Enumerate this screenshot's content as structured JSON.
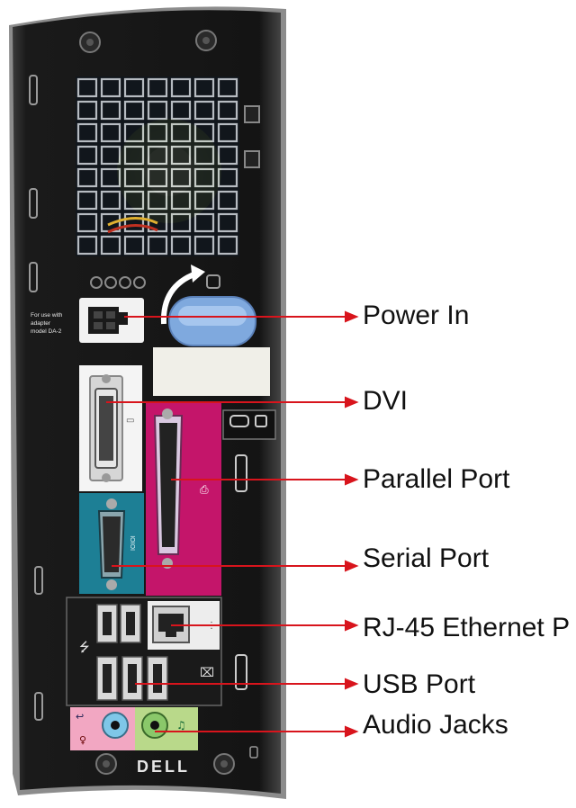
{
  "brand": {
    "logo_text": "DELL"
  },
  "psu_label": {
    "lines": [
      "For use with",
      "adapter",
      "model DA-2"
    ]
  },
  "serial_label": "IOIOI",
  "callouts": {
    "power_in": "Power In",
    "dvi": "DVI",
    "parallel_port": "Parallel Port",
    "serial_port": "Serial Port",
    "rj45": "RJ-45 Ethernet P",
    "usb_port": "USB Port",
    "audio_jacks": "Audio Jacks"
  },
  "colors": {
    "case": "#151515",
    "parallel": "#c4156a",
    "serial": "#1d7f95",
    "callout_line": "#d8141c",
    "latch": "#8fb8e6",
    "audio_pink": "#f2a7c2",
    "audio_green": "#b9d98a"
  }
}
